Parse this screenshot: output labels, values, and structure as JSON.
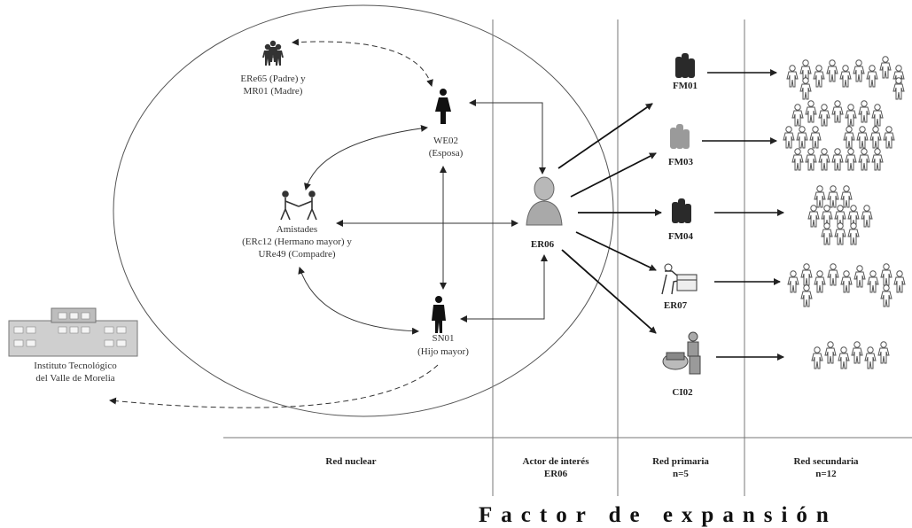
{
  "nodes": {
    "parents": {
      "line1": "ERe65 (Padre) y",
      "line2": "MR01 (Madre)"
    },
    "wife": {
      "line1": "WE02",
      "line2": "(Esposa)"
    },
    "friends": {
      "line1": "Amistades",
      "line2": "(ERc12 (Hermano mayor) y",
      "line3": "URe49 (Compadre)"
    },
    "son": {
      "line1": "SN01",
      "line2": "(Hijo mayor)"
    },
    "institute": {
      "line1": "Instituto Tecnológico",
      "line2": "del Valle de Morelia"
    },
    "actor": {
      "label": "ER06"
    },
    "primary": [
      {
        "label": "FM01",
        "icon": "people-group-dark-icon"
      },
      {
        "label": "FM03",
        "icon": "people-group-gray-icon"
      },
      {
        "label": "FM04",
        "icon": "people-group-dark-icon"
      },
      {
        "label": "ER07",
        "icon": "worker-with-box-icon"
      },
      {
        "label": "CI02",
        "icon": "seated-clerk-icon"
      }
    ]
  },
  "sections": {
    "nuclear": "Red nuclear",
    "actor_line1": "Actor de interés",
    "actor_line2": "ER06",
    "primary_line1": "Red primaria",
    "primary_line2": "n=5",
    "secondary_line1": "Red secundaria",
    "secondary_line2": "n=12"
  },
  "footer": {
    "factor": "Factor de expansión"
  },
  "colors": {
    "line": "#333333",
    "figure": "#9a9a9a",
    "figure_dark": "#2a2a2a"
  }
}
